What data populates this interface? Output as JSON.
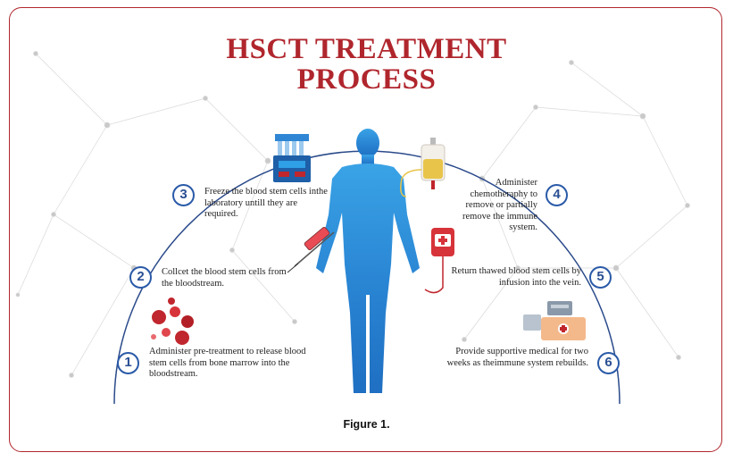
{
  "title": {
    "line1": "HSCT TREATMENT",
    "line2": "PROCESS"
  },
  "steps": [
    {
      "number": "1",
      "text": "Administer pre-treatment to release blood stem cells from bone marrow into the bloodstream.",
      "icon": "blood-cells-icon"
    },
    {
      "number": "2",
      "text": "Collcet the blood stem cells from the bloodstream.",
      "icon": "syringe-icon"
    },
    {
      "number": "3",
      "text": "Freeze the blood stem cells inthe laboratory untill they are required.",
      "icon": "test-tubes-icon"
    },
    {
      "number": "4",
      "text": "Administer chemotheraphy to remove or partially remove the immune system.",
      "icon": "iv-bag-icon"
    },
    {
      "number": "5",
      "text": "Return thawed blood stem cells by infusion into the vein.",
      "icon": "blood-bag-icon"
    },
    {
      "number": "6",
      "text": "Provide supportive medical for two weeks as theimmune system rebuilds.",
      "icon": "medicine-kit-icon"
    }
  ],
  "caption": "Figure 1.",
  "colors": {
    "title": "#b0262d",
    "border": "#b0262d",
    "badge": "#2a5aa8",
    "body": "#2f8fdb",
    "arc": "#2a4a8a"
  }
}
